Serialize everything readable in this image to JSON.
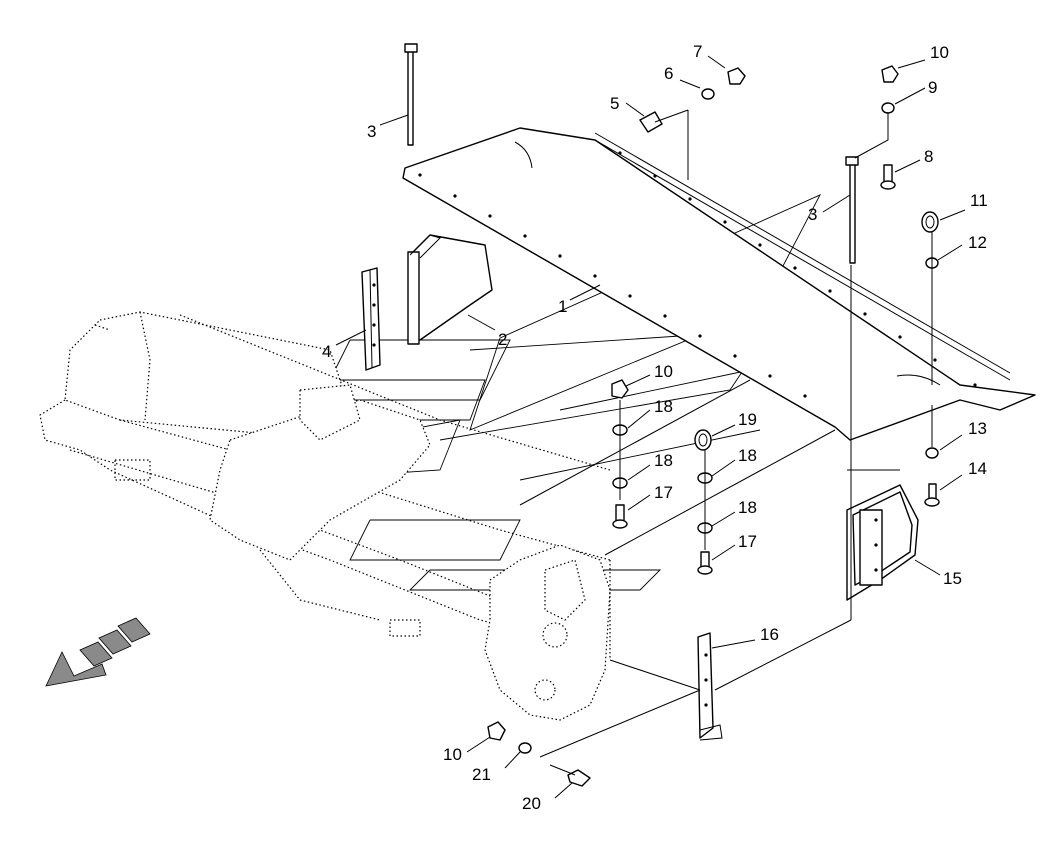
{
  "callouts": [
    {
      "id": "c1",
      "text": "1"
    },
    {
      "id": "c2",
      "text": "2"
    },
    {
      "id": "c3a",
      "text": "3"
    },
    {
      "id": "c3b",
      "text": "3"
    },
    {
      "id": "c4",
      "text": "4"
    },
    {
      "id": "c5",
      "text": "5"
    },
    {
      "id": "c6",
      "text": "6"
    },
    {
      "id": "c7",
      "text": "7"
    },
    {
      "id": "c8",
      "text": "8"
    },
    {
      "id": "c9",
      "text": "9"
    },
    {
      "id": "c10a",
      "text": "10"
    },
    {
      "id": "c10b",
      "text": "10"
    },
    {
      "id": "c10c",
      "text": "10"
    },
    {
      "id": "c11",
      "text": "11"
    },
    {
      "id": "c12",
      "text": "12"
    },
    {
      "id": "c13",
      "text": "13"
    },
    {
      "id": "c14",
      "text": "14"
    },
    {
      "id": "c15",
      "text": "15"
    },
    {
      "id": "c16",
      "text": "16"
    },
    {
      "id": "c17a",
      "text": "17"
    },
    {
      "id": "c17b",
      "text": "17"
    },
    {
      "id": "c18a",
      "text": "18"
    },
    {
      "id": "c18b",
      "text": "18"
    },
    {
      "id": "c18c",
      "text": "18"
    },
    {
      "id": "c18d",
      "text": "18"
    },
    {
      "id": "c19",
      "text": "19"
    },
    {
      "id": "c20",
      "text": "20"
    },
    {
      "id": "c21",
      "text": "21"
    }
  ],
  "colors": {
    "line": "#000000",
    "background": "#ffffff",
    "arrow_fill": "#8a8a8a"
  }
}
